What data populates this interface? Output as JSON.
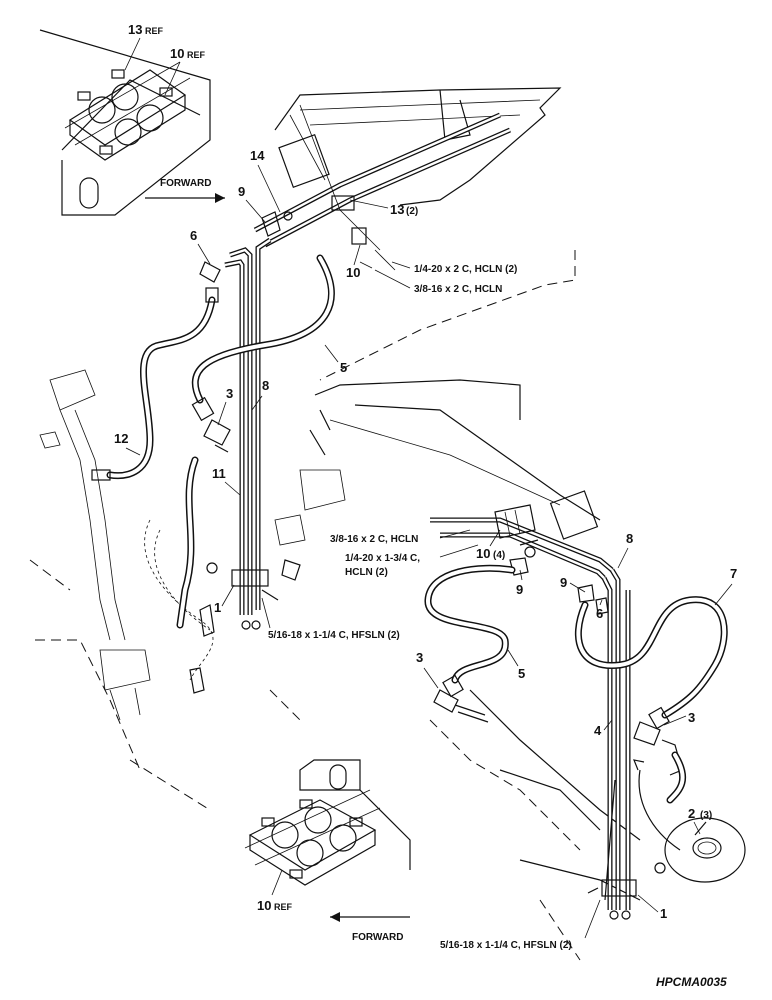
{
  "figure_id": "HPCMA0035",
  "forward_labels": [
    "FORWARD",
    "FORWARD"
  ],
  "ref_labels": {
    "top_13": {
      "num": "13",
      "suffix": "REF"
    },
    "top_10": {
      "num": "10",
      "suffix": "REF"
    },
    "bottom_10": {
      "num": "10",
      "suffix": "REF"
    }
  },
  "callouts": [
    {
      "id": "c14",
      "text": "14"
    },
    {
      "id": "c9a",
      "text": "9"
    },
    {
      "id": "c13",
      "text": "13",
      "qty": "(2)"
    },
    {
      "id": "c6a",
      "text": "6"
    },
    {
      "id": "c10a",
      "text": "10"
    },
    {
      "id": "c5a",
      "text": "5"
    },
    {
      "id": "c3a",
      "text": "3"
    },
    {
      "id": "c8a",
      "text": "8"
    },
    {
      "id": "c12",
      "text": "12"
    },
    {
      "id": "c11",
      "text": "11"
    },
    {
      "id": "c1a",
      "text": "1"
    },
    {
      "id": "c10b",
      "text": "10",
      "qty": "(4)"
    },
    {
      "id": "c9b",
      "text": "9"
    },
    {
      "id": "c9c",
      "text": "9"
    },
    {
      "id": "c6b",
      "text": "6"
    },
    {
      "id": "c8b",
      "text": "8"
    },
    {
      "id": "c7",
      "text": "7"
    },
    {
      "id": "c5b",
      "text": "5"
    },
    {
      "id": "c3b",
      "text": "3"
    },
    {
      "id": "c4",
      "text": "4"
    },
    {
      "id": "c3c",
      "text": "3"
    },
    {
      "id": "c2",
      "text": "2",
      "qty": "(3)"
    },
    {
      "id": "c1b",
      "text": "1"
    }
  ],
  "hardware_notes": {
    "n1": "1/4-20 x 2 C, HCLN (2)",
    "n2": "3/8-16 x 2 C, HCLN",
    "n3": "3/8-16 x 2 C, HCLN",
    "n4a": "1/4-20 x 1-3/4 C,",
    "n4b": "HCLN (2)",
    "n5": "5/16-18 x 1-1/4 C,  HFSLN (2)",
    "n6": "5/16-18 x 1-1/4 C,  HFSLN (2)"
  }
}
